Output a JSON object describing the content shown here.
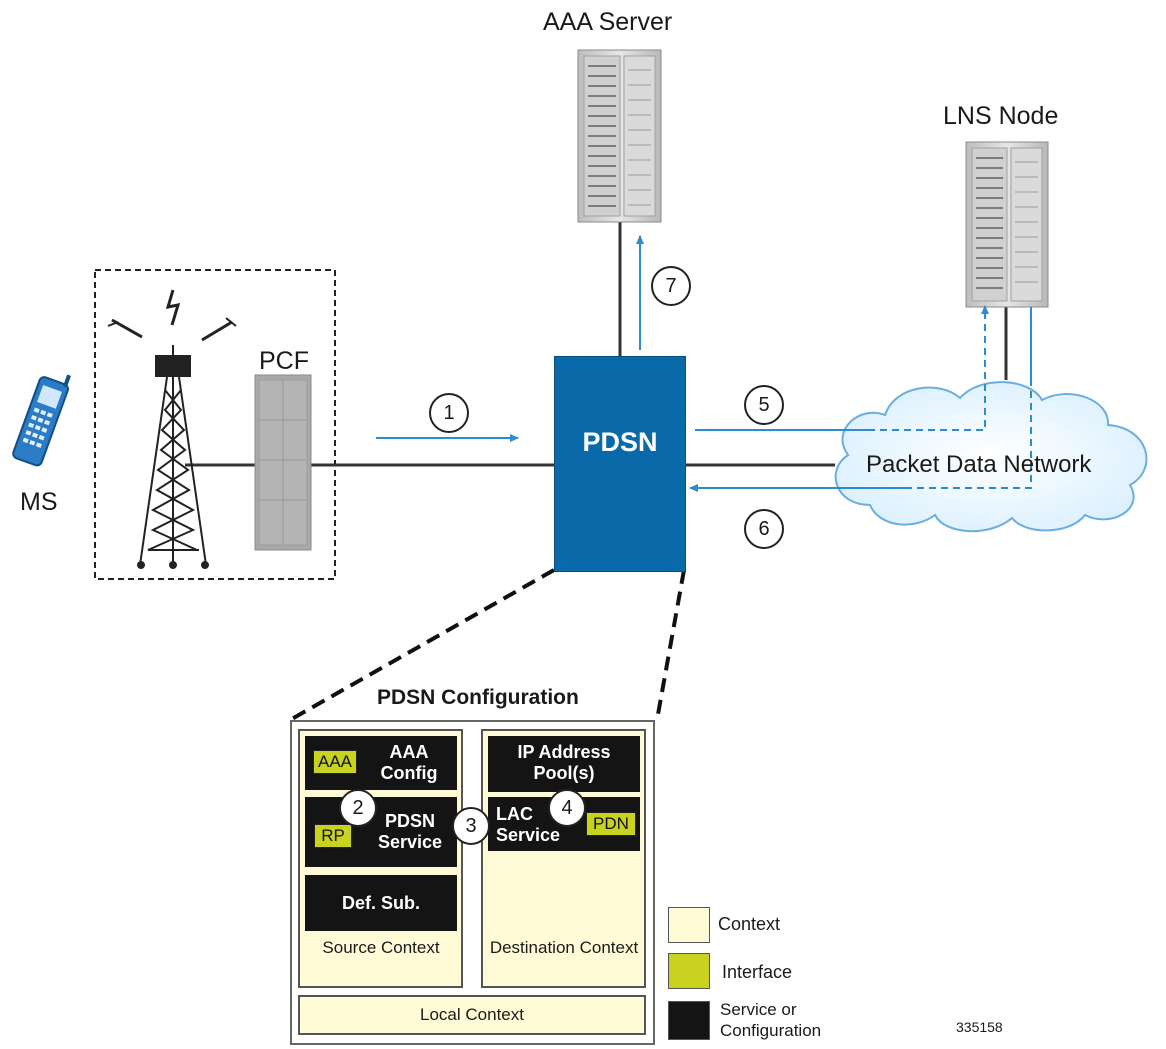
{
  "nodes": {
    "aaa_server": "AAA Server",
    "lns_node": "LNS Node",
    "pcf": "PCF",
    "ms": "MS",
    "pdsn": "PDSN",
    "packet_data_network": "Packet Data Network"
  },
  "steps": [
    "1",
    "2",
    "3",
    "4",
    "5",
    "6",
    "7"
  ],
  "config": {
    "title": "PDSN Configuration",
    "aaa_iface": "AAA",
    "aaa_config": "AAA Config",
    "rp_iface": "RP",
    "pdsn_service": "PDSN Service",
    "def_sub": "Def. Sub.",
    "source_context": "Source Context",
    "ip_pool": "IP Address Pool(s)",
    "lac_service": "LAC Service",
    "pdn_iface": "PDN",
    "destination_context": "Destination Context",
    "local_context": "Local Context"
  },
  "legend": {
    "context": "Context",
    "interface": "Interface",
    "service": "Service or Configuration"
  },
  "figure_id": "335158",
  "colors": {
    "pdsn_blue": "#0a6aa9",
    "arrow_blue": "#2e8bd0",
    "context_fill": "#fffbd6",
    "interface_fill": "#c8d21f",
    "service_fill": "#141414"
  }
}
